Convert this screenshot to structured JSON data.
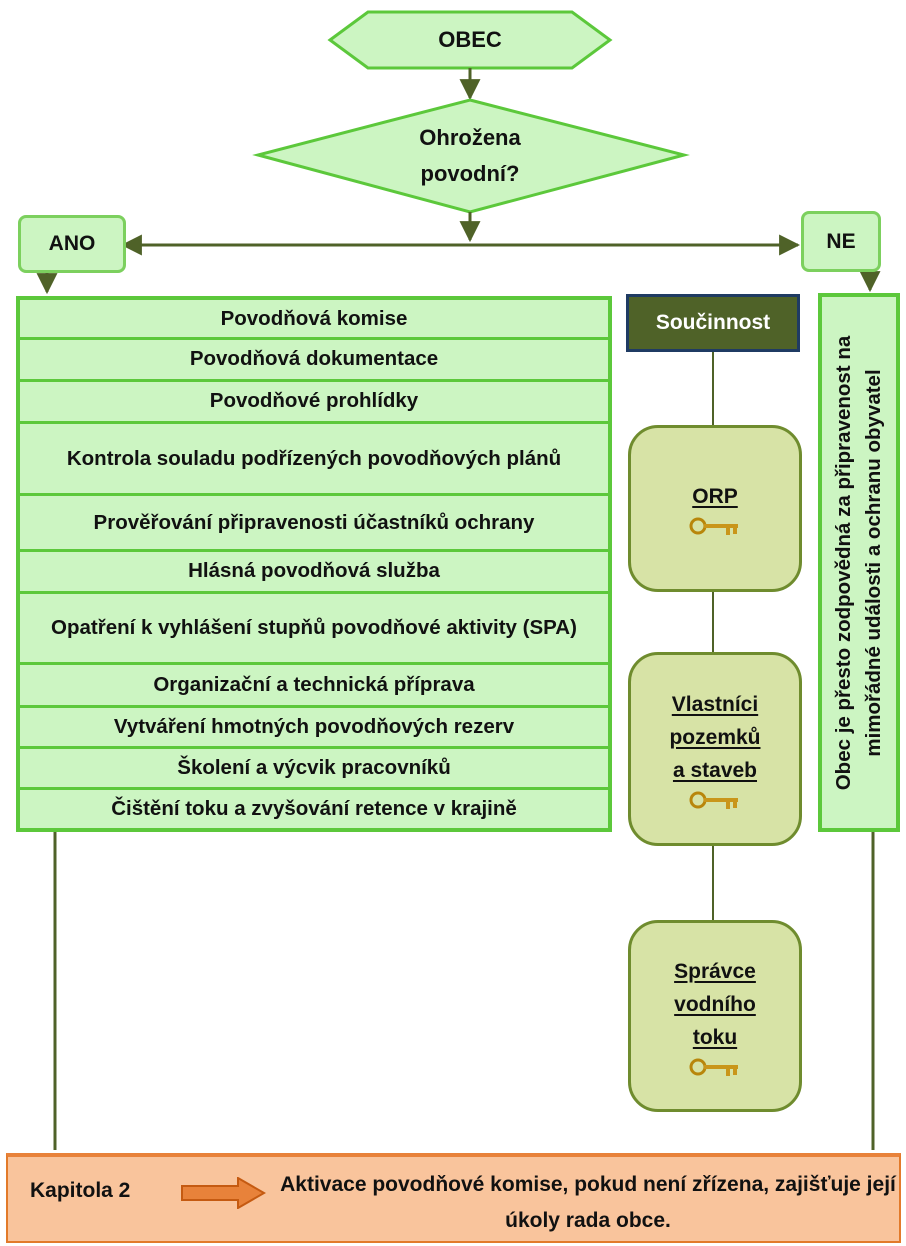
{
  "header_fragment": "",
  "start": {
    "label": "OBEC"
  },
  "decision": {
    "label": "Ohrožena povodní?"
  },
  "branches": {
    "yes": "ANO",
    "no": "NE"
  },
  "tasks": [
    "Povodňová komise",
    "Povodňová dokumentace",
    "Povodňové prohlídky",
    "Kontrola souladu podřízených povodňových plánů",
    "Prověřování připravenosti účastníků ochrany",
    "Hlásná povodňová služba",
    "Opatření k vyhlášení  stupňů povodňové aktivity (SPA)",
    "Organizační a technická příprava",
    "Vytváření hmotných povodňových rezerv",
    "Školení a výcvik pracovníků",
    "Čištění toku a zvyšování retence v krajině"
  ],
  "cooperation": {
    "header": "Součinnost",
    "parties": [
      {
        "label": "ORP",
        "icon": "key-icon"
      },
      {
        "label": "Vlastníci\npozemků\na staveb",
        "icon": "key-icon"
      },
      {
        "label": "Správce\nvodního\ntoku",
        "icon": "key-icon"
      }
    ]
  },
  "no_branch_note": "Obec je přesto zodpovědná za připravenost na mimořádné události a ochranu obyvatel",
  "footer": {
    "chapter": "Kapitola 2",
    "arrow_icon": "right-arrow-icon",
    "text": "Aktivace povodňové komise, pokud není zřízena, zajišťuje její úkoly rada obce."
  },
  "colors": {
    "box_fill": "#ccf5c2",
    "box_border": "#5cc83b",
    "connector": "#4f6228",
    "cooperation_header": "#4f6228",
    "party_fill": "#d7e3a6",
    "footer_fill": "#f9c49c",
    "footer_arrow": "#e8823a"
  }
}
